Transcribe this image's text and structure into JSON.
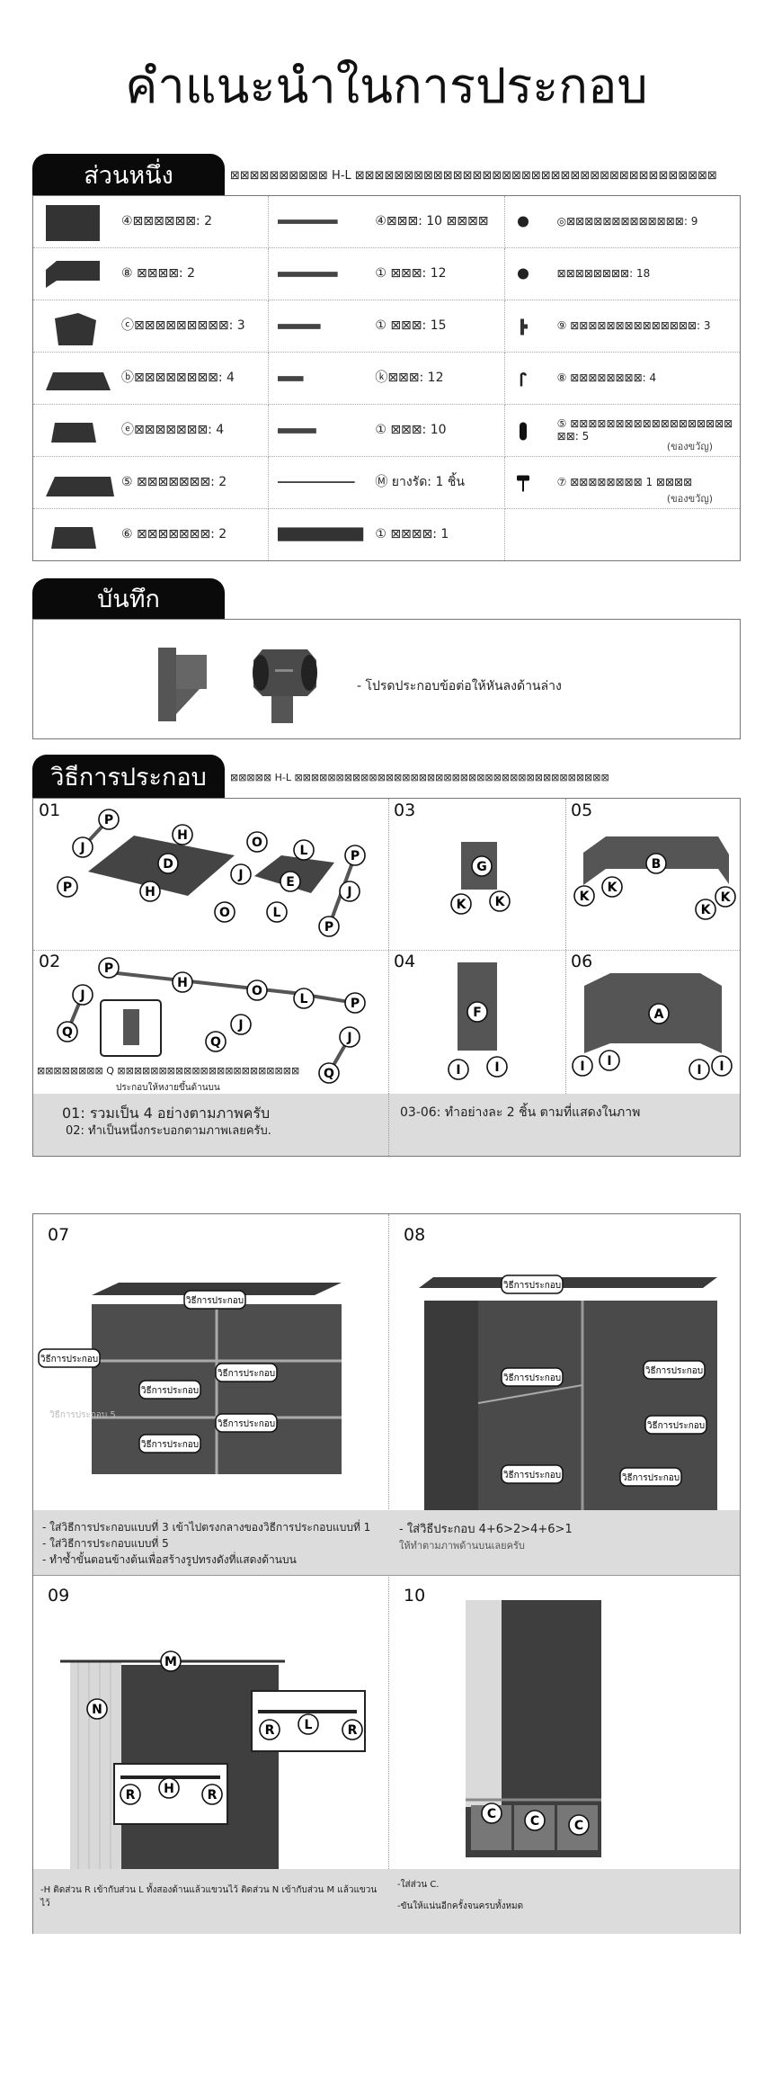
{
  "title": "คำแนะนำในการประกอบ",
  "parts_section": {
    "tab": "ส่วนหนึ่ง",
    "subtitle": "⊠⊠⊠⊠⊠⊠⊠⊠⊠⊠ H-L ⊠⊠⊠⊠⊠⊠⊠⊠⊠⊠⊠⊠⊠⊠⊠⊠⊠⊠⊠⊠⊠⊠⊠⊠⊠⊠⊠⊠⊠⊠⊠⊠⊠⊠⊠⊠⊠",
    "rows": [
      [
        "④⊠⊠⊠⊠⊠⊠: 2",
        "④⊠⊠⊠: 10 ⊠⊠⊠⊠",
        "◎⊠⊠⊠⊠⊠⊠⊠⊠⊠⊠⊠⊠⊠: 9"
      ],
      [
        "⑧ ⊠⊠⊠⊠: 2",
        "① ⊠⊠⊠: 12",
        "⊠⊠⊠⊠⊠⊠⊠⊠: 18"
      ],
      [
        "ⓒ⊠⊠⊠⊠⊠⊠⊠⊠⊠: 3",
        "① ⊠⊠⊠: 15",
        "⑨ ⊠⊠⊠⊠⊠⊠⊠⊠⊠⊠⊠⊠⊠⊠: 3"
      ],
      [
        "ⓑ⊠⊠⊠⊠⊠⊠⊠⊠: 4",
        "ⓚ⊠⊠⊠: 12",
        "⑧ ⊠⊠⊠⊠⊠⊠⊠⊠: 4"
      ],
      [
        "ⓔ⊠⊠⊠⊠⊠⊠⊠: 4",
        "① ⊠⊠⊠: 10",
        "⑤ ⊠⊠⊠⊠⊠⊠⊠⊠⊠⊠⊠⊠⊠⊠⊠⊠⊠⊠⊠⊠: 5"
      ],
      [
        "⑤ ⊠⊠⊠⊠⊠⊠⊠: 2",
        "Ⓜ ยางรัด: 1 ชิ้น",
        "⑦ ⊠⊠⊠⊠⊠⊠⊠⊠ 1 ⊠⊠⊠⊠"
      ],
      [
        "⑥ ⊠⊠⊠⊠⊠⊠⊠: 2",
        "① ⊠⊠⊠⊠: 1",
        ""
      ]
    ],
    "gift_note": "(ของขวัญ)"
  },
  "note_section": {
    "tab": "บันทึก",
    "text": "- โปรดประกอบข้อต่อให้หันลงด้านล่าง"
  },
  "method_section": {
    "tab": "วิธีการประกอบ",
    "subtitle": "⊠⊠⊠⊠⊠ H-L ⊠⊠⊠⊠⊠⊠⊠⊠⊠⊠⊠⊠⊠⊠⊠⊠⊠⊠⊠⊠⊠⊠⊠⊠⊠⊠⊠⊠⊠⊠⊠⊠⊠⊠⊠⊠⊠⊠",
    "steps": {
      "s01": {
        "num": "01",
        "labels": [
          "P",
          "J",
          "P",
          "H",
          "D",
          "H",
          "O",
          "J",
          "O",
          "L",
          "E",
          "L",
          "P",
          "J",
          "P"
        ]
      },
      "s03": {
        "num": "03",
        "labels": [
          "G",
          "K",
          "K"
        ]
      },
      "s05": {
        "num": "05",
        "labels": [
          "B",
          "K",
          "K",
          "K",
          "K"
        ]
      },
      "s02": {
        "num": "02",
        "labels": [
          "P",
          "J",
          "Q",
          "H",
          "O",
          "L",
          "J",
          "Q",
          "P",
          "J",
          "Q"
        ],
        "caption1": "⊠⊠⊠⊠⊠⊠⊠⊠ Q ⊠⊠⊠⊠⊠⊠⊠⊠⊠⊠⊠⊠⊠⊠⊠⊠⊠⊠⊠⊠⊠⊠",
        "caption2": "ประกอบให้หงายขึ้นด้านบน"
      },
      "s04": {
        "num": "04",
        "labels": [
          "F",
          "I",
          "I"
        ]
      },
      "s06": {
        "num": "06",
        "labels": [
          "A",
          "I",
          "I",
          "I",
          "I"
        ]
      }
    },
    "footer_left": [
      "01: รวมเป็น 4 อย่างตามภาพครับ",
      "02: ทำเป็นหนึ่งกระบอกตามภาพเลยครับ."
    ],
    "footer_right": "03-06: ทำอย่างละ 2 ชิ้น ตามที่แสดงในภาพ"
  },
  "steps2": {
    "s07": {
      "num": "07",
      "tag": "วิธีการประกอบ",
      "faded": "วิธีการประกอบ 5",
      "footer": [
        "- ใส่วิธีการประกอบแบบที่ 3 เข้าไปตรงกลางของวิธีการประกอบแบบที่ 1",
        "- ใส่วิธีการประกอบแบบที่ 5",
        "- ทำซ้ำขั้นตอนข้างต้นเพื่อสร้างรูปทรงดังที่แสดงด้านบน"
      ]
    },
    "s08": {
      "num": "08",
      "tag": "วิธีการประกอบ",
      "footer": [
        "- ใส่วิธีประกอบ 4+6>2>4+6>1",
        "ให้ทำตามภาพด้านบนเลยครับ"
      ]
    },
    "s09": {
      "num": "09",
      "labels": [
        "M",
        "N",
        "R",
        "L",
        "R",
        "R",
        "H",
        "R"
      ],
      "footer": "-H ติดส่วน R เข้ากับส่วน L ทั้งสองด้านแล้วแขวนไว้ ติดส่วน N เข้ากับส่วน M แล้วแขวนไว้"
    },
    "s10": {
      "num": "10",
      "labels": [
        "C",
        "C",
        "C"
      ],
      "footer": [
        "-ใส่ส่วน C.",
        "-ขันให้แน่นอีกครั้งจนครบทั้งหมด"
      ]
    }
  }
}
